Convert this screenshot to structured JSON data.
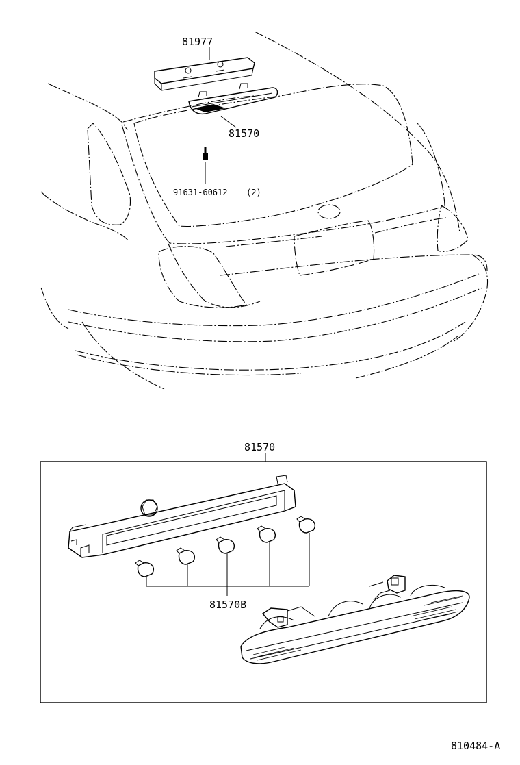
{
  "labels": {
    "cover_part": "81977",
    "stop_lamp_assembly": "81570",
    "screw_part": "91631-60612",
    "screw_qty": "(2)",
    "exploded_group": "81570",
    "bulb_part": "81570B",
    "diagram_code": "810484-A"
  }
}
